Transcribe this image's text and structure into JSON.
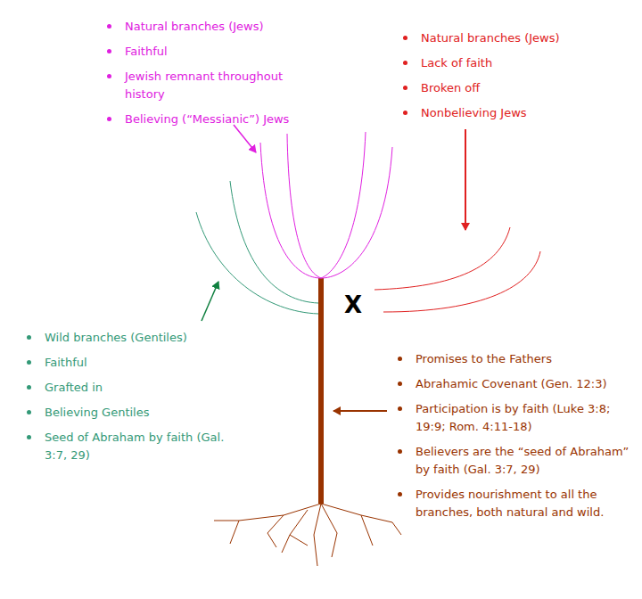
{
  "diagram": {
    "labels": [
      "Natural branches (Jews)",
      "Faithful",
      "Jewish remnant throughout history",
      "Believing (“Messianic”) Jews",
      "Natural branches (Jews)",
      "Lack of faith",
      "Broken off",
      "Nonbelieving Jews",
      "X",
      "Wild branches (Gentiles)",
      "Faithful",
      "Grafted in",
      "Believing Gentiles",
      "Seed of Abraham by faith (Gal. 3:7, 29)",
      "Promises to the Fathers",
      "Abrahamic Covenant (Gen. 12:3)",
      "Participation is by faith (Luke 3:8; 19:9; Rom. 4:11-18)",
      "Believers are the “seed of Abraham” by faith (Gal. 3:7, 29)",
      "Provides nourishment to all the branches, both natural and wild."
    ]
  }
}
